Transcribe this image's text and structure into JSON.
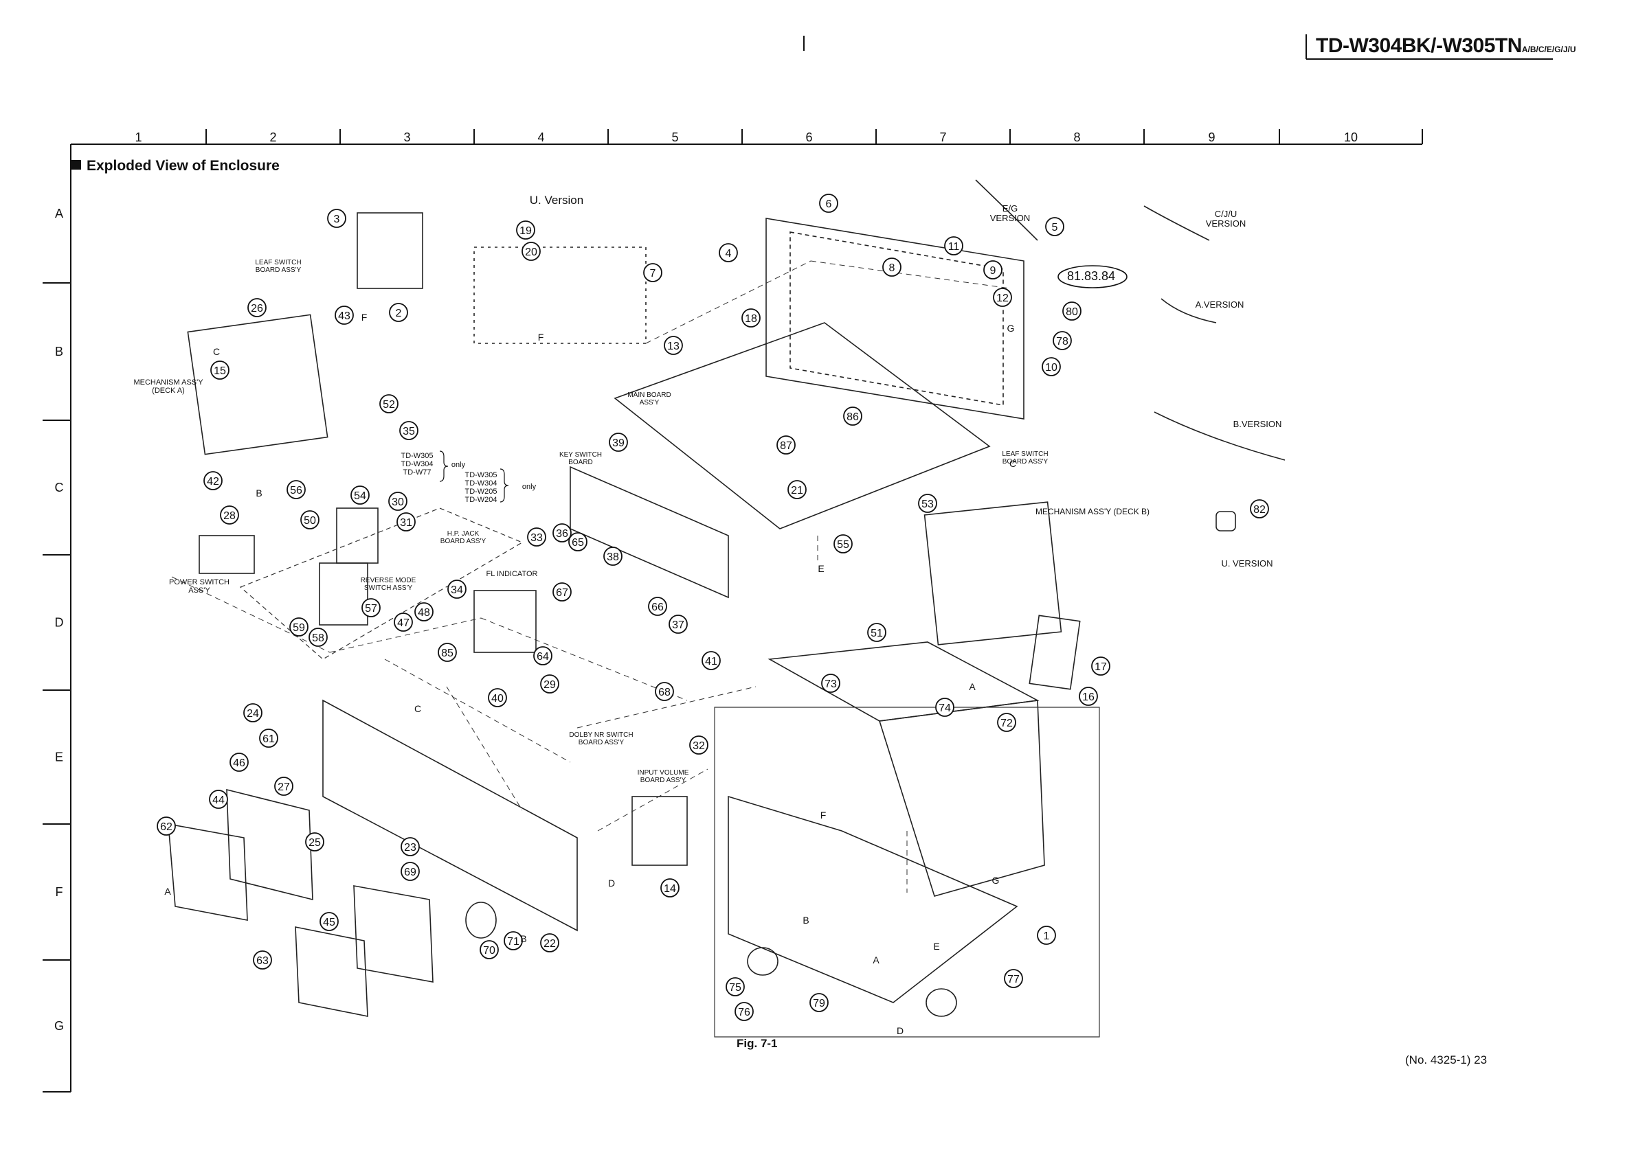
{
  "header": {
    "model": "TD-W304BK/-W305TN",
    "model_suffix": "A/B/C/E/G/J/U",
    "page_ref": "(No. 4325-1) 23"
  },
  "section_title": "Exploded View of Enclosure",
  "figure_label": "Fig. 7-1",
  "grid": {
    "columns": [
      "1",
      "2",
      "3",
      "4",
      "5",
      "6",
      "7",
      "8",
      "9",
      "10"
    ],
    "rows": [
      "A",
      "B",
      "C",
      "D",
      "E",
      "F",
      "G"
    ]
  },
  "callouts": {
    "u_version_box": "U. Version",
    "eg_version": "E/G VERSION",
    "cju_version": "C/J/U VERSION",
    "a_version": "A.VERSION",
    "b_version": "B.VERSION",
    "u_version": "U. VERSION",
    "leaf_switch_a": "LEAF SWITCH BOARD ASS'Y",
    "leaf_switch_b": "LEAF SWITCH BOARD ASS'Y",
    "mechanism_a": "MECHANISM ASS'Y (DECK A)",
    "mechanism_b": "MECHANISM ASS'Y (DECK B)",
    "main_board": "MAIN BOARD ASS'Y",
    "key_switch": "KEY SWITCH BOARD",
    "models_1": "TD-W305 TD-W304 TD-W77",
    "only_1": "only",
    "models_2": "TD-W305 TD-W304 TD-W205 TD-W204",
    "only_2": "only",
    "hp_jack": "H.P. JACK BOARD ASS'Y",
    "power_switch": "POWER SWITCH ASS'Y",
    "reverse_mode": "REVERSE MODE SWITCH ASS'Y",
    "fl_indicator": "FL INDICATOR",
    "dolby": "DOLBY NR SWITCH BOARD ASS'Y",
    "input_volume": "INPUT VOLUME BOARD ASS'Y",
    "multi_ref": "81.83.84"
  },
  "part_numbers": [
    "1",
    "2",
    "3",
    "4",
    "5",
    "6",
    "7",
    "8",
    "9",
    "10",
    "11",
    "12",
    "13",
    "14",
    "15",
    "16",
    "17",
    "18",
    "19",
    "20",
    "21",
    "22",
    "23",
    "24",
    "25",
    "26",
    "27",
    "28",
    "29",
    "30",
    "31",
    "32",
    "33",
    "34",
    "35",
    "36",
    "37",
    "38",
    "39",
    "40",
    "41",
    "42",
    "43",
    "44",
    "45",
    "46",
    "47",
    "48",
    "50",
    "51",
    "52",
    "53",
    "54",
    "55",
    "56",
    "57",
    "58",
    "59",
    "61",
    "62",
    "63",
    "64",
    "65",
    "66",
    "67",
    "68",
    "69",
    "70",
    "71",
    "72",
    "73",
    "74",
    "75",
    "76",
    "77",
    "78",
    "79",
    "80",
    "82",
    "85",
    "86",
    "87"
  ],
  "letters": [
    "A",
    "B",
    "C",
    "D",
    "E",
    "F",
    "G"
  ]
}
